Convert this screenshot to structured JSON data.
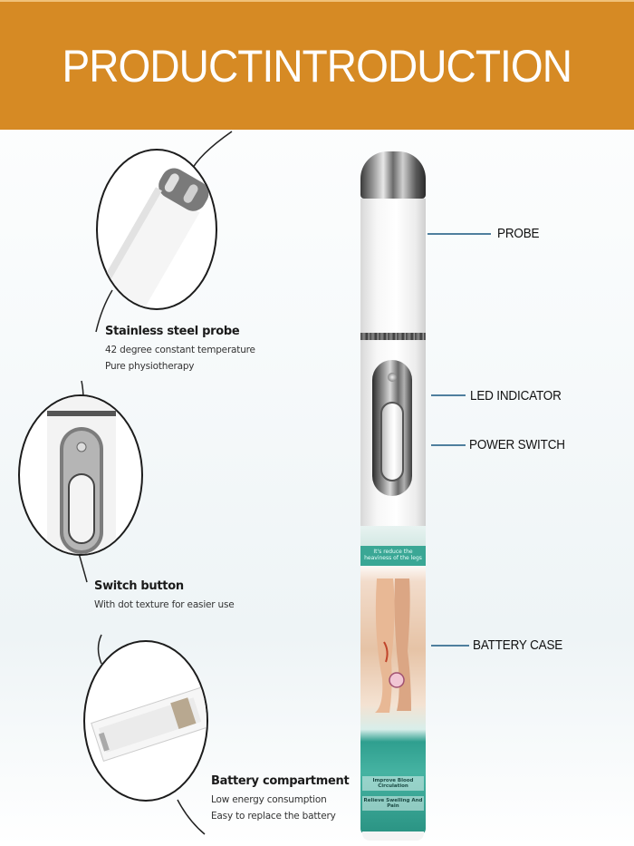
{
  "banner": {
    "title": "PRODUCTINTRODUCTION",
    "background_color": "#d68a24",
    "text_color": "#ffffff"
  },
  "callouts": [
    {
      "title": "Stainless steel probe",
      "lines": [
        "42 degree constant temperature",
        "Pure physiotherapy"
      ]
    },
    {
      "title": "Switch button",
      "lines": [
        "With dot texture for easier use"
      ]
    },
    {
      "title": "Battery compartment",
      "lines": [
        "Low energy consumption",
        "Easy to replace the battery"
      ]
    }
  ],
  "part_labels": [
    {
      "label": "PROBE"
    },
    {
      "label": "LED INDICATOR"
    },
    {
      "label": "POWER SWITCH"
    },
    {
      "label": "BATTERY CASE"
    }
  ],
  "product_sleeve": {
    "band_text": "It's reduce the heaviness of the legs",
    "bottom_lines": [
      "Improve Blood Circulation",
      "Relieve Swelling And Pain"
    ]
  },
  "colors": {
    "leader_line": "#4f7f9e",
    "sleeve_teal": "#2f9f8f"
  }
}
